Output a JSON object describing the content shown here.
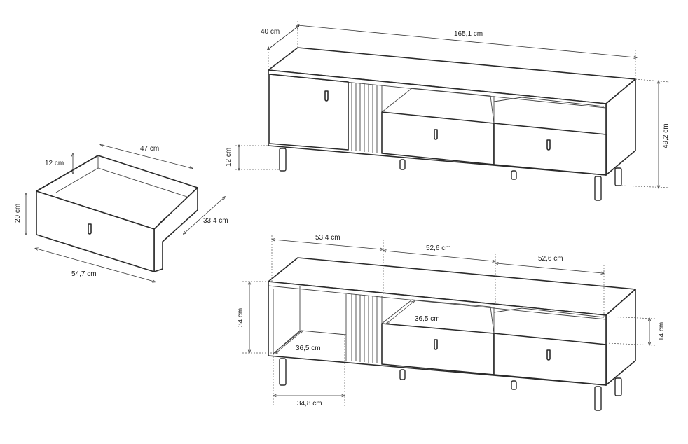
{
  "dimensions": {
    "top_depth": "40 cm",
    "top_width": "165,1 cm",
    "top_height": "49,2 cm",
    "top_leg_height": "12 cm",
    "drawer_inner_width": "47 cm",
    "drawer_inner_height": "12 cm",
    "drawer_front_height": "20 cm",
    "drawer_depth": "33,4 cm",
    "drawer_front_width": "54,7 cm",
    "bottom_section_left": "53,4 cm",
    "bottom_section_middle": "52,6 cm",
    "bottom_section_right": "52,6 cm",
    "bottom_shelf_depth_middle": "36,5 cm",
    "bottom_shelf_depth_left": "36,5 cm",
    "bottom_left_height": "34 cm",
    "bottom_right_shelf_height": "14 cm",
    "bottom_left_width": "34,8 cm"
  }
}
